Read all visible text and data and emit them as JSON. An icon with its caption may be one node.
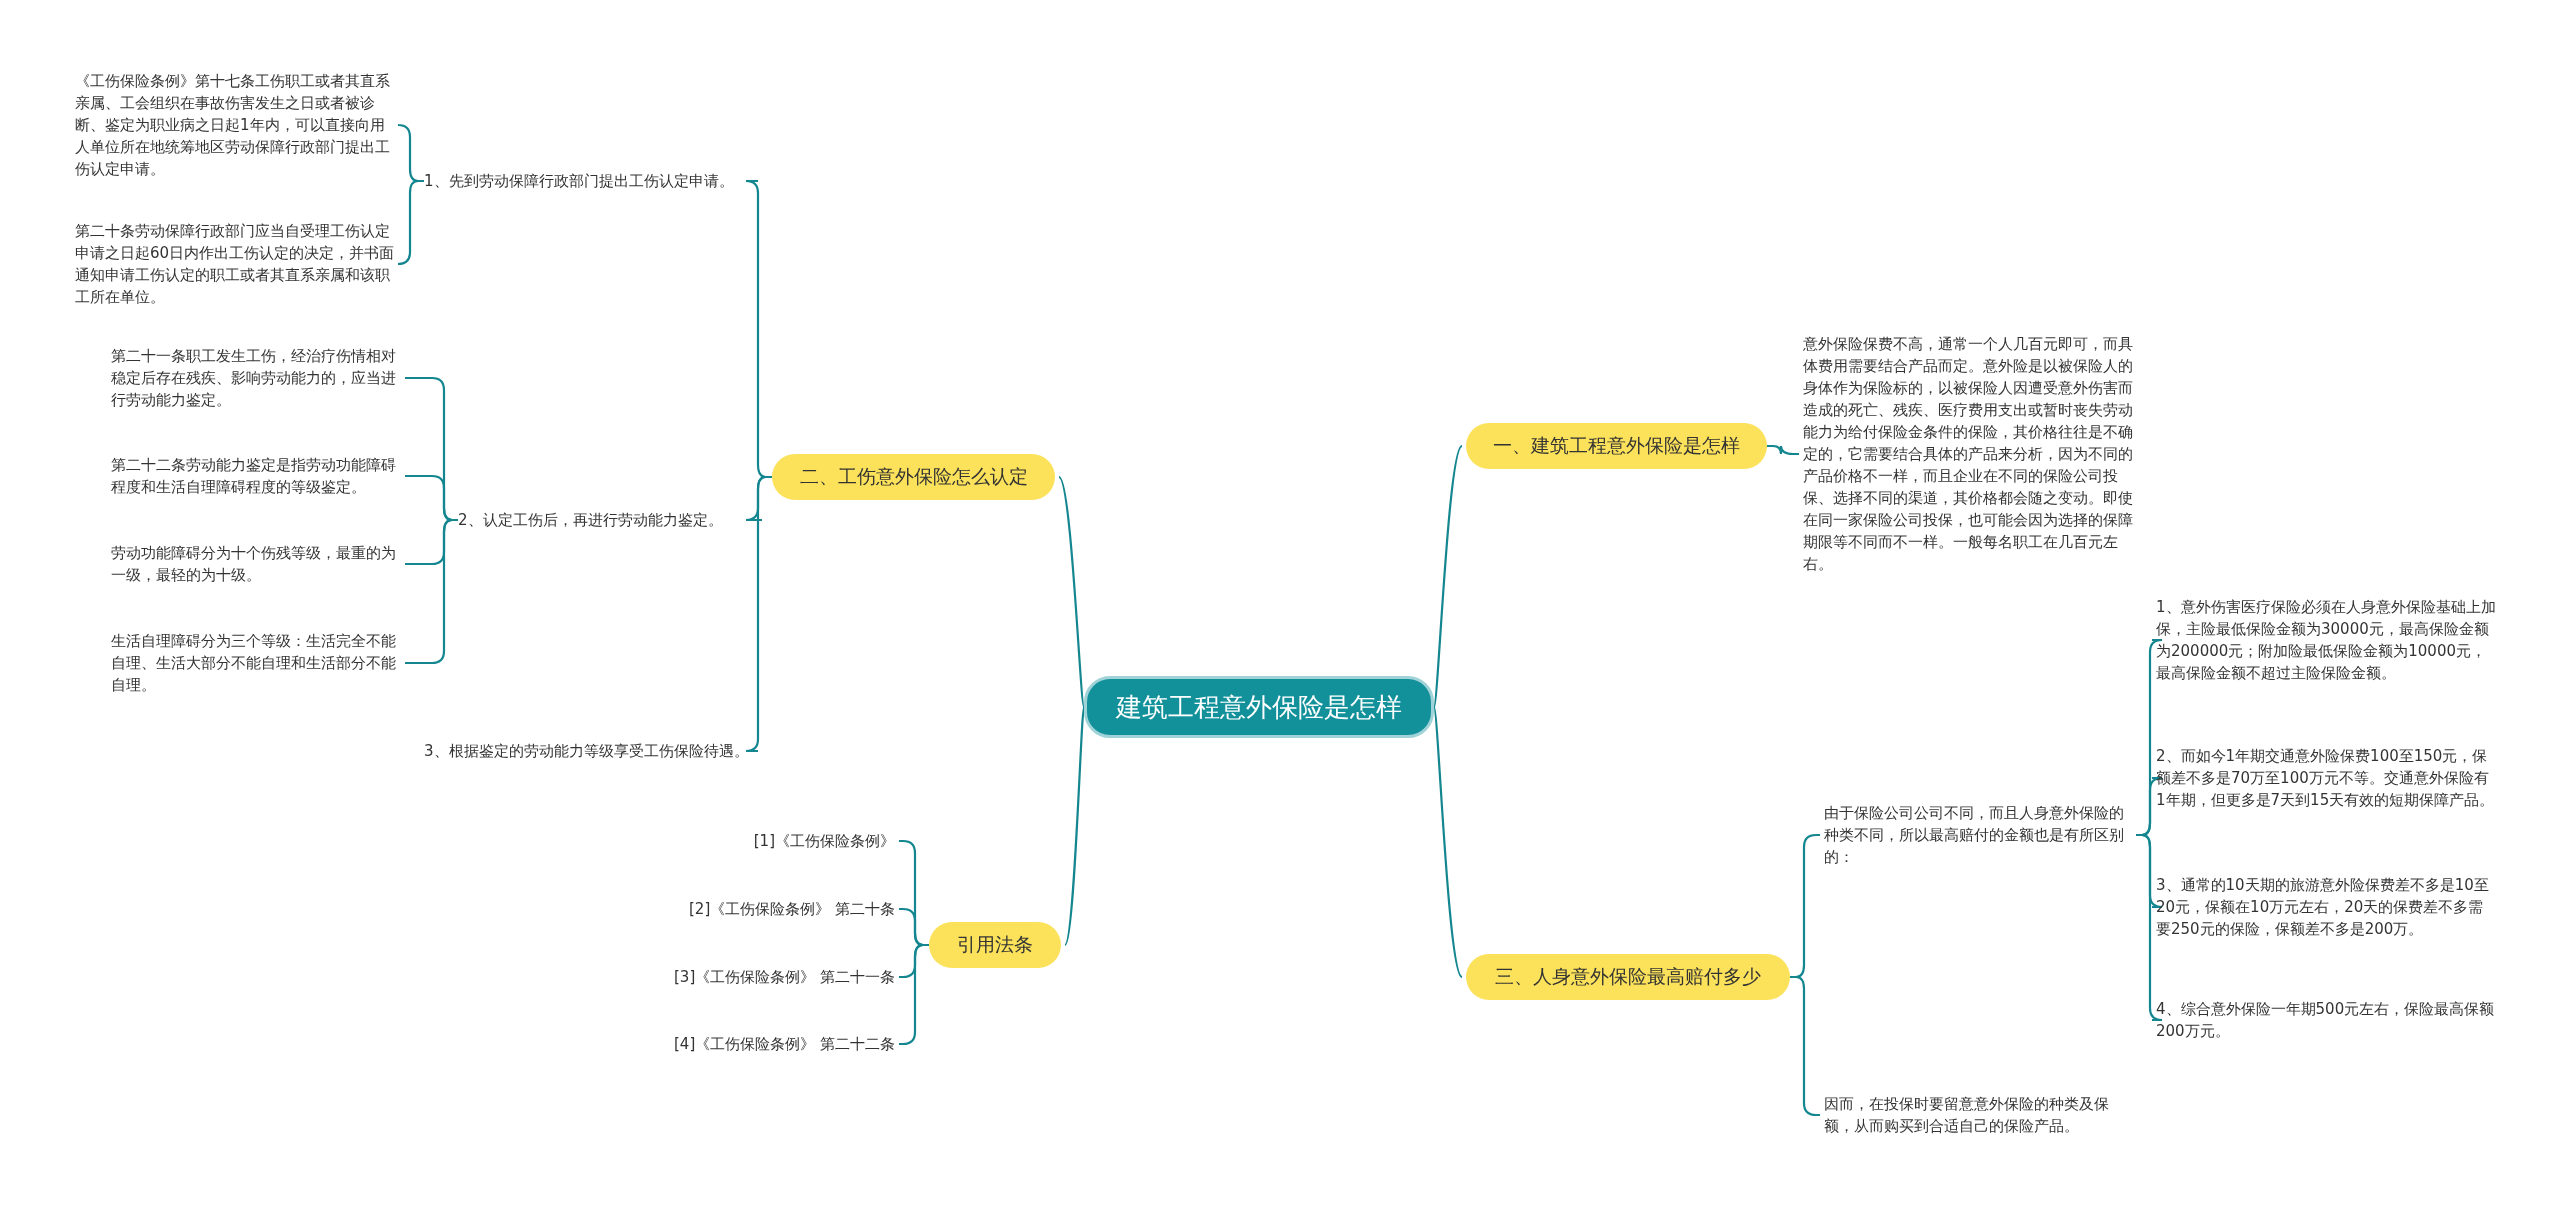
{
  "diagram": {
    "nodes": [
      {
        "text": [
          "建筑工程意外保险是怎样"
        ]
      },
      {
        "text": [
          "一、建筑工程意外保险是怎样"
        ]
      },
      {
        "text": [
          "意外保险保费不高，通常一个人几百元即可，而具体费用需要结合产品而定。意外险是以被保险人的身体作为保险标的，以被保险人因遭受意外伤害而造成的死亡、残疾、医疗费用支出或暂时丧失劳动能力为给付保险金条件的保险，其价格往往是不确定的，它需要结合具体的产品来分析，因为不同的产品价格不一样，而且企业在不同的保险公司投保、选择不同的渠道，其价格都会随之变动。即使在同一家保险公司投保，也可能会因为选择的保障期限等不同而不一样。一般每名职工在几百元左右。"
        ]
      },
      {
        "text": [
          "二、工伤意外保险怎么认定"
        ]
      },
      {
        "text": [
          "1、先到劳动保障行政部门提出工伤认定申请。"
        ]
      },
      {
        "text": [
          "《工伤保险条例》第十七条工伤职工或者其直系亲属、工会组织在事故伤害发生之日或者被诊断、鉴定为职业病之日起1年内，可以直接向用人单位所在地统筹地区劳动保障行政部门提出工伤认定申请。"
        ]
      },
      {
        "text": [
          "第二十条劳动保障行政部门应当自受理工伤认定申请之日起60日内作出工伤认定的决定，并书面通知申请工伤认定的职工或者其直系亲属和该职工所在单位。"
        ]
      },
      {
        "text": [
          "2、认定工伤后，再进行劳动能力鉴定。"
        ]
      },
      {
        "text": [
          "第二十一条职工发生工伤，经治疗伤情相对稳定后存在残疾、影响劳动能力的，应当进行劳动能力鉴定。"
        ]
      },
      {
        "text": [
          "第二十二条劳动能力鉴定是指劳动功能障碍程度和生活自理障碍程度的等级鉴定。"
        ]
      },
      {
        "text": [
          "劳动功能障碍分为十个伤残等级，最重的为一级，最轻的为十级。"
        ]
      },
      {
        "text": [
          "生活自理障碍分为三个等级：生活完全不能自理、生活大部分不能自理和生活部分不能自理。"
        ]
      },
      {
        "text": [
          "3、根据鉴定的劳动能力等级享受工伤保险待遇。"
        ]
      },
      {
        "text": [
          "引用法条"
        ]
      },
      {
        "text": [
          "[1]《工伤保险条例》"
        ]
      },
      {
        "text": [
          "[2]《工伤保险条例》 第二十条"
        ]
      },
      {
        "text": [
          "[3]《工伤保险条例》 第二十一条"
        ]
      },
      {
        "text": [
          "[4]《工伤保险条例》 第二十二条"
        ]
      },
      {
        "text": [
          "三、人身意外保险最高赔付多少"
        ]
      },
      {
        "text": [
          "由于保险公司公司不同，而且人身意外保险的种类不同，所以最高赔付的金额也是有所区别的："
        ]
      },
      {
        "text": [
          "1、意外伤害医疗保险必须在人身意外保险基础上加保，主险最低保险金额为30000元，最高保险金额为200000元；附加险最低保险金额为10000元，最高保险金额不超过主险保险金额。"
        ]
      },
      {
        "text": [
          "2、而如今1年期交通意外险保费100至150元，保额差不多是70万至100万元不等。交通意外保险有1年期，但更多是7天到15天有效的短期保障产品。"
        ]
      },
      {
        "text": [
          "3、通常的10天期的旅游意外险保费差不多是10至20元，保额在10万元左右，20天的保费差不多需要250元的保险，保额差不多是200万。"
        ]
      },
      {
        "text": [
          "4、综合意外保险一年期500元左右，保险最高保额200万元。"
        ]
      },
      {
        "text": [
          "因而，在投保时要留意意外保险的种类及保额，从而购买到合适自己的保险产品。"
        ]
      }
    ],
    "edges": [
      {
        "from": 0,
        "to": 1,
        "arrow": "none"
      },
      {
        "from": 1,
        "to": 2,
        "arrow": "none"
      },
      {
        "from": 0,
        "to": 3,
        "arrow": "none"
      },
      {
        "from": 3,
        "to": 4,
        "arrow": "none"
      },
      {
        "from": 4,
        "to": 5,
        "arrow": "none"
      },
      {
        "from": 4,
        "to": 6,
        "arrow": "none"
      },
      {
        "from": 3,
        "to": 7,
        "arrow": "none"
      },
      {
        "from": 7,
        "to": 8,
        "arrow": "none"
      },
      {
        "from": 7,
        "to": 9,
        "arrow": "none"
      },
      {
        "from": 7,
        "to": 10,
        "arrow": "none"
      },
      {
        "from": 7,
        "to": 11,
        "arrow": "none"
      },
      {
        "from": 3,
        "to": 12,
        "arrow": "none"
      },
      {
        "from": 0,
        "to": 13,
        "arrow": "none"
      },
      {
        "from": 13,
        "to": 14,
        "arrow": "none"
      },
      {
        "from": 13,
        "to": 15,
        "arrow": "none"
      },
      {
        "from": 13,
        "to": 16,
        "arrow": "none"
      },
      {
        "from": 13,
        "to": 17,
        "arrow": "none"
      },
      {
        "from": 0,
        "to": 18,
        "arrow": "none"
      },
      {
        "from": 18,
        "to": 19,
        "arrow": "none"
      },
      {
        "from": 19,
        "to": 20,
        "arrow": "none"
      },
      {
        "from": 19,
        "to": 21,
        "arrow": "none"
      },
      {
        "from": 19,
        "to": 22,
        "arrow": "none"
      },
      {
        "from": 19,
        "to": 23,
        "arrow": "none"
      },
      {
        "from": 18,
        "to": 24,
        "arrow": "none"
      }
    ]
  }
}
